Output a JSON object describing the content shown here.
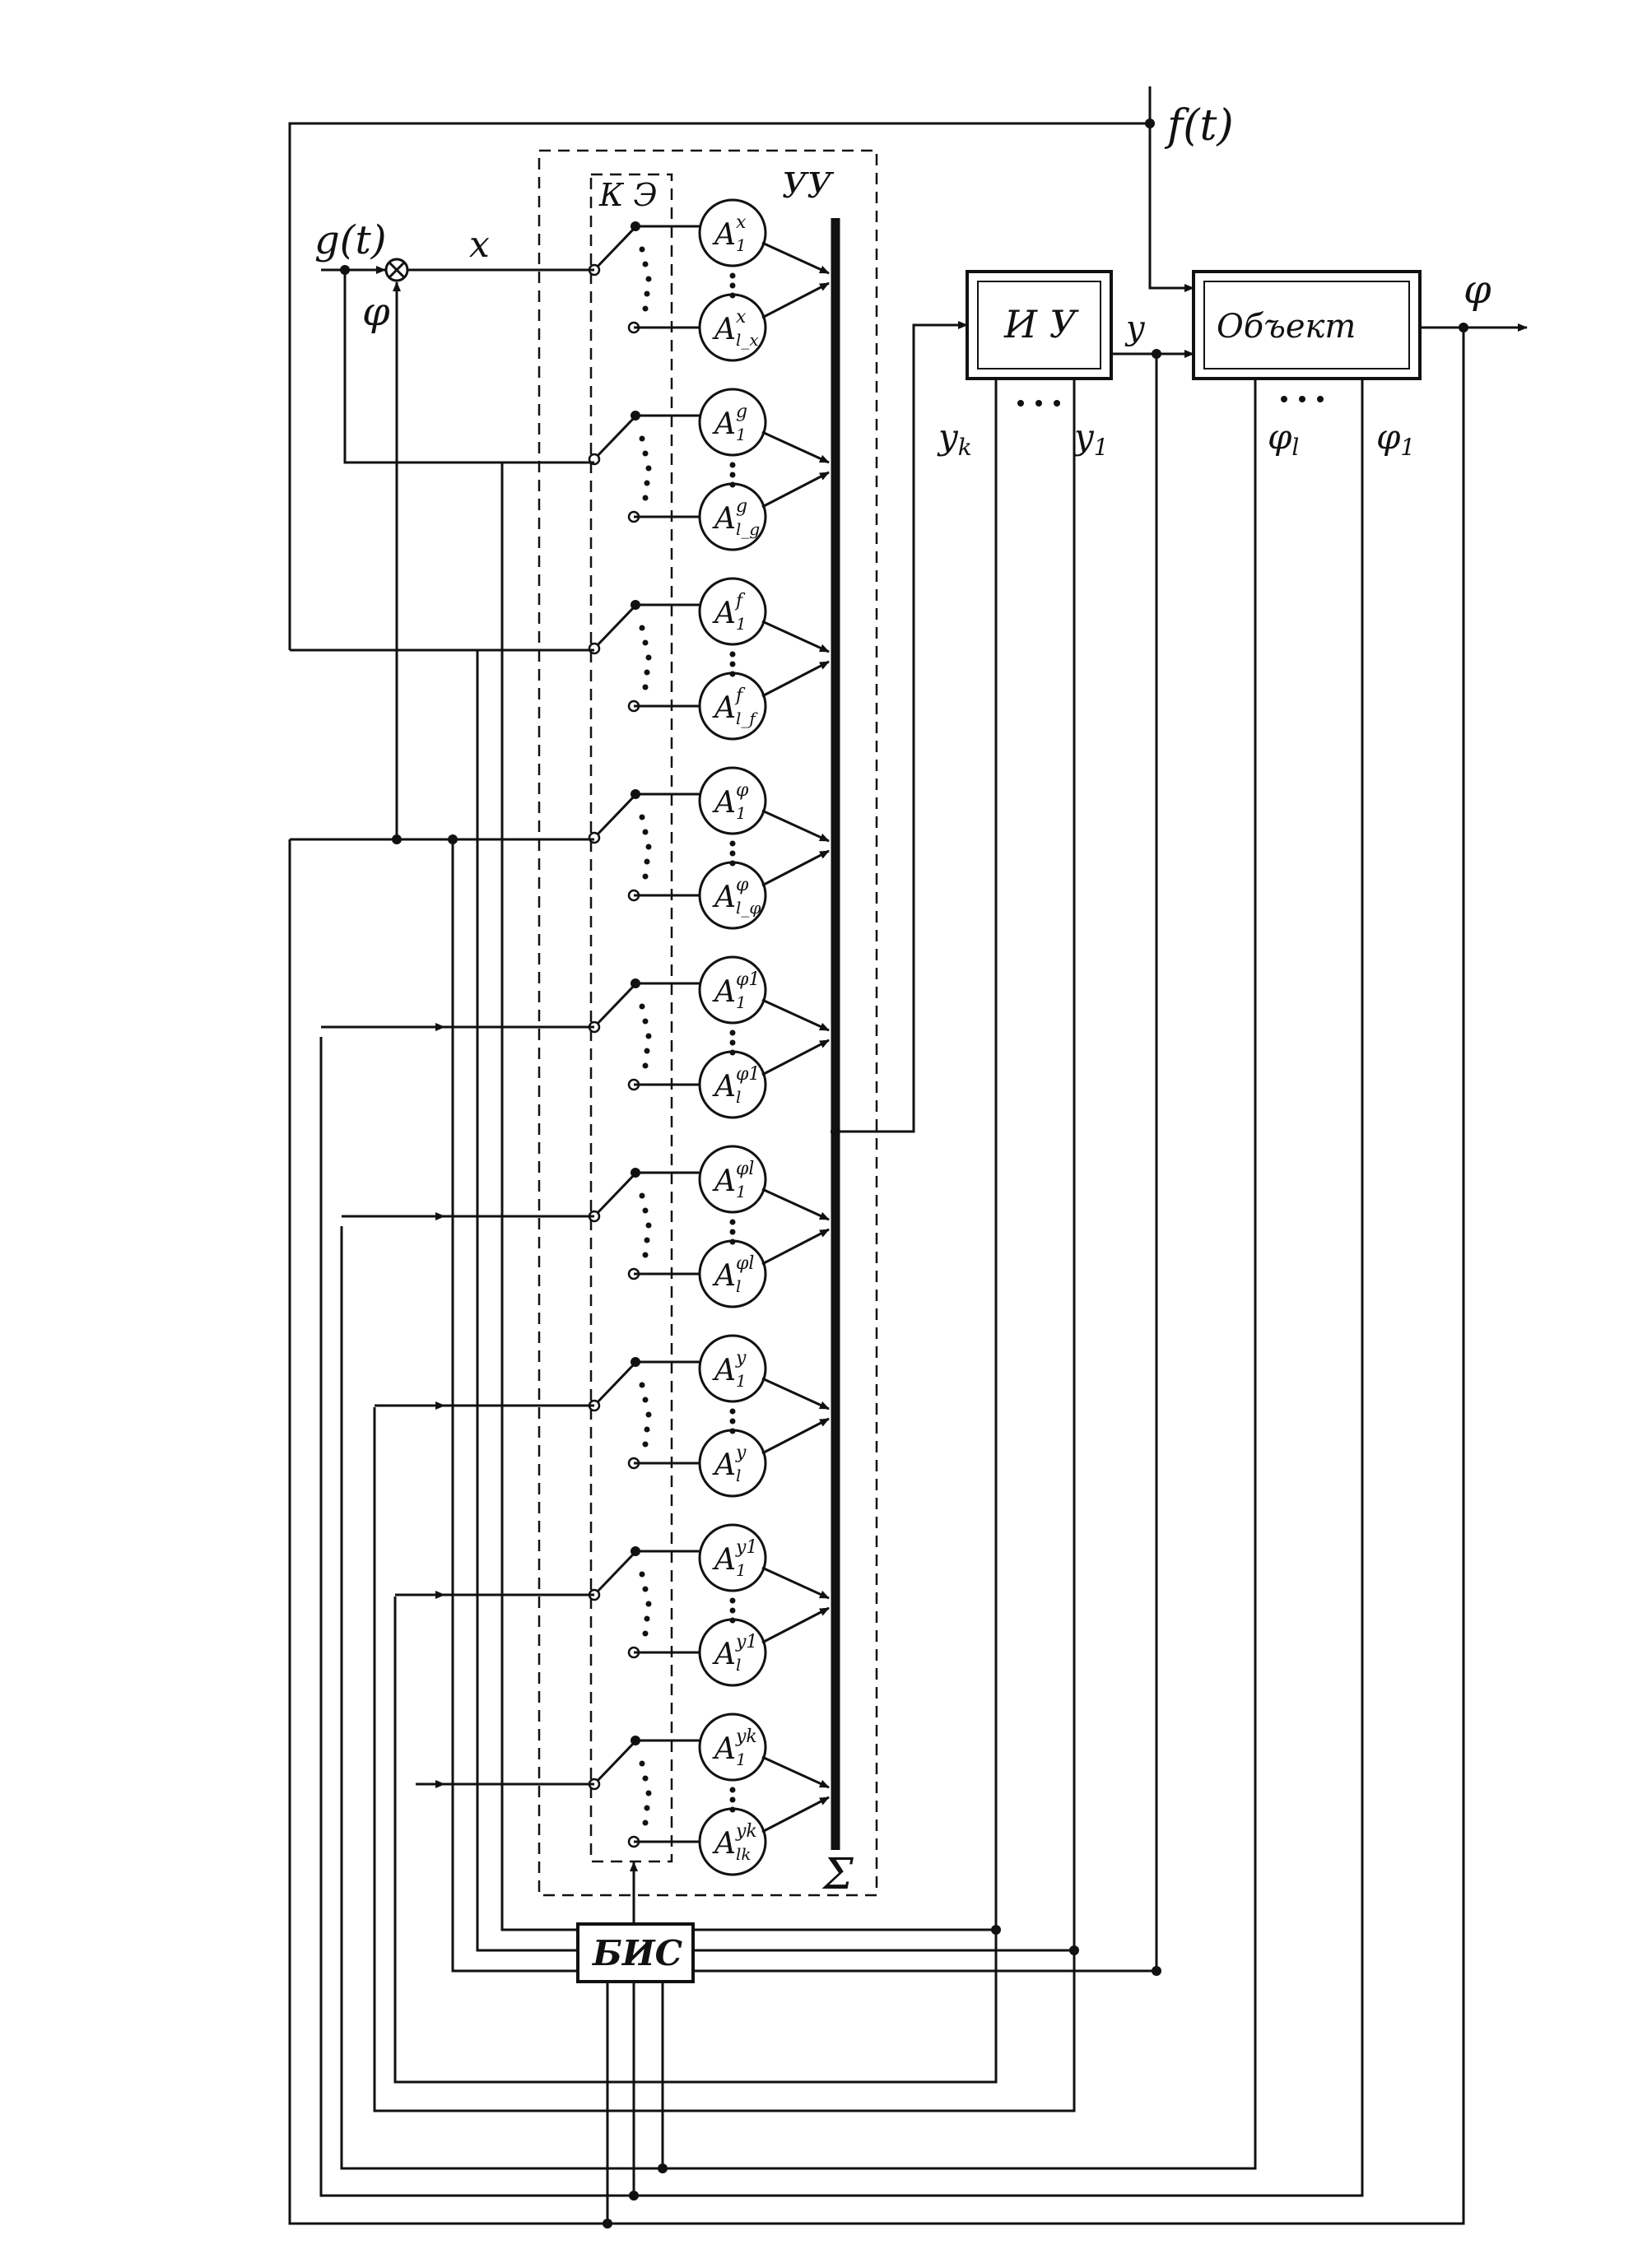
{
  "labels": {
    "disturbance": "f(t)",
    "setpoint": "g(t)",
    "error": "x",
    "feedback": "φ",
    "output": "φ",
    "control": "y",
    "controller": "УУ",
    "switch_block": "К Э",
    "summator": "Σ",
    "actuator": "И У",
    "plant": "Объект",
    "bis": "БИС",
    "y_k": "y",
    "y_k_sub": "k",
    "y_1": "y",
    "y_1_sub": "1",
    "phi_l": "φ",
    "phi_l_sub": "l",
    "phi_1": "φ",
    "phi_1_sub": "1"
  },
  "channels": [
    {
      "sup": "x",
      "sub_first": "1",
      "sub_last": "l_x"
    },
    {
      "sup": "g",
      "sub_first": "1",
      "sub_last": "l_g"
    },
    {
      "sup": "f",
      "sub_first": "1",
      "sub_last": "l_f"
    },
    {
      "sup": "φ",
      "sub_first": "1",
      "sub_last": "l_φ"
    },
    {
      "sup": "φ1",
      "sub_first": "1",
      "sub_last": "l"
    },
    {
      "sup": "φl",
      "sub_first": "1",
      "sub_last": "l"
    },
    {
      "sup": "y",
      "sub_first": "1",
      "sub_last": "l"
    },
    {
      "sup": "y1",
      "sub_first": "1",
      "sub_last": "l"
    },
    {
      "sup": "yk",
      "sub_first": "1",
      "sub_last": "lk"
    }
  ]
}
